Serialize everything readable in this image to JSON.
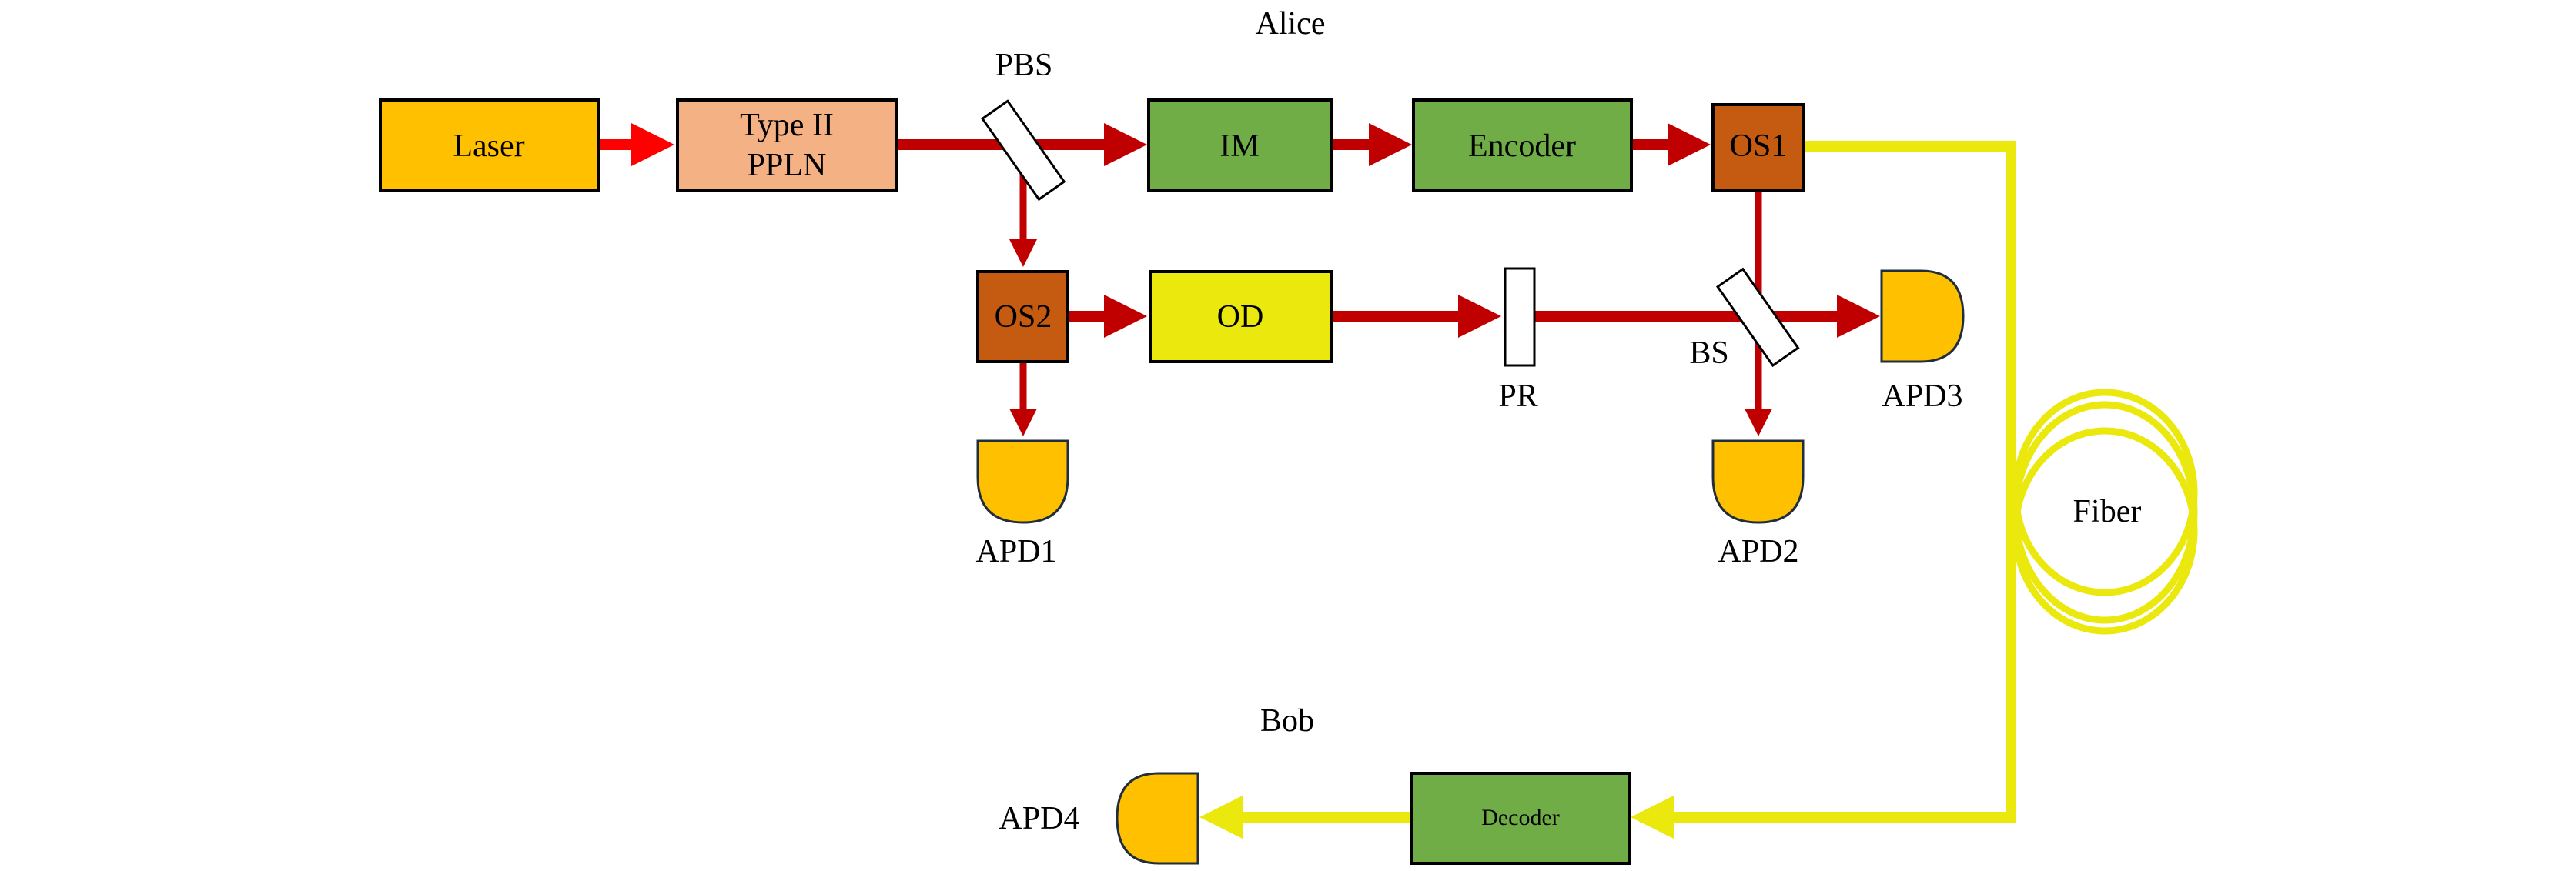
{
  "title": "Heralded single-photon QKD setup diagram",
  "colors": {
    "laser": "#FFC000",
    "ppln": "#F4B183",
    "green_module": "#70AD47",
    "splitter": "#C55A11",
    "attenuator": "#EBE80E",
    "detector": "#FFC000",
    "beam_red": "#C00000",
    "beam_pump": "#FF0000",
    "fiber": "#EBE80E"
  },
  "sections": {
    "alice": "Alice",
    "bob": "Bob"
  },
  "components": {
    "laser": "Laser",
    "ppln_line1": "Type II",
    "ppln_line2": "PPLN",
    "pbs": "PBS",
    "im": "IM",
    "encoder": "Encoder",
    "os1": "OS1",
    "os2": "OS2",
    "od": "OD",
    "pr": "PR",
    "bs": "BS",
    "apd1": "APD1",
    "apd2": "APD2",
    "apd3": "APD3",
    "apd4": "APD4",
    "fiber": "Fiber",
    "decoder": "Decoder"
  }
}
